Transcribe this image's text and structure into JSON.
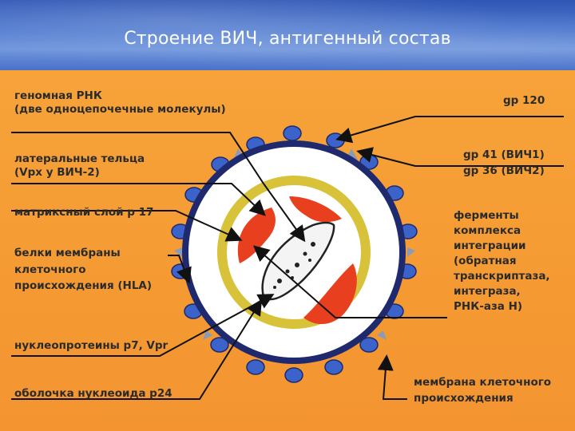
{
  "title": "Строение ВИЧ, антигенный состав",
  "labels_left": {
    "genomic_rna_1": "геномная РНК",
    "genomic_rna_2": "(две одноцепочечные молекулы)",
    "lateral_bodies_1": "латеральные тельца",
    "lateral_bodies_2": "(Vpx у ВИЧ-2)",
    "matrix_layer": "матриксный слой р 17",
    "membrane_proteins_1": "белки мембраны",
    "membrane_proteins_2": "клеточного",
    "membrane_proteins_3": "происхождения (HLA)",
    "nucleoproteins": "нуклеопротеины р7, Vpr",
    "nucleoid_shell": "оболочка нуклеоида р24"
  },
  "labels_right": {
    "gp120": "gp 120",
    "gp41": "gp 41 (ВИЧ1)",
    "gp36": "gp 36 (ВИЧ2)",
    "enzymes_1": "ферменты",
    "enzymes_2": "комплекса",
    "enzymes_3": "интеграции",
    "enzymes_4": "(обратная",
    "enzymes_5": "транскриптаза,",
    "enzymes_6": "интеграза,",
    "enzymes_7": "РНК-аза Н)",
    "cell_membrane_1": "мембрана клеточного",
    "cell_membrane_2": "происхождения"
  },
  "colors": {
    "background": "#f59a33",
    "header": "#3f66c2",
    "envelope": "#1f2a6e",
    "knob": "#3b63c9",
    "matrix_ring": "#d8c23a",
    "rna_blob": "#e8401f",
    "label_text": "#2b2b2b"
  }
}
